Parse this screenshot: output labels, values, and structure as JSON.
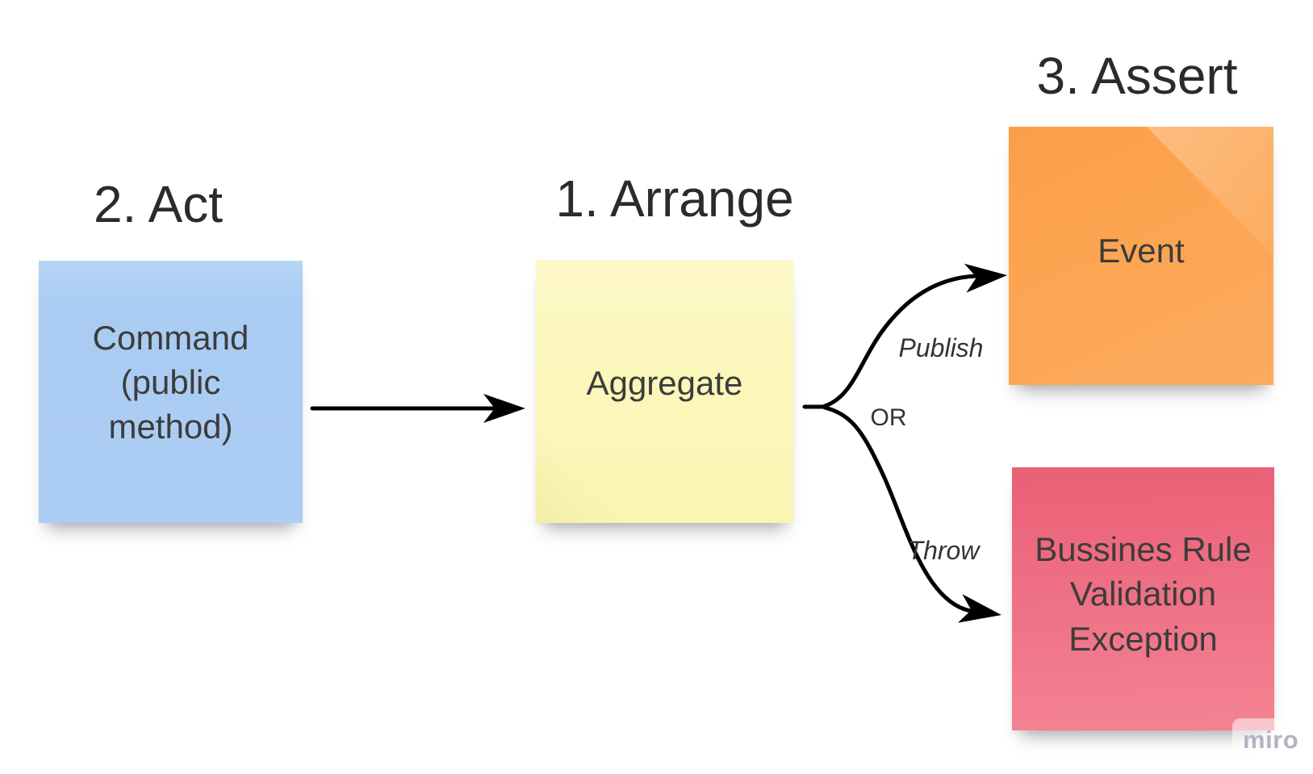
{
  "board": {
    "background_color": "#ffffff",
    "connector_color": "#000000",
    "text_color": "#3c3c3c",
    "step_labels": {
      "arrange": "1. Arrange",
      "act": "2. Act",
      "assert": "3. Assert"
    },
    "sticky_notes": {
      "command": {
        "text": "Command\n(public\nmethod)",
        "color": "#adcef4"
      },
      "aggregate": {
        "text": "Aggregate",
        "color": "#fcf7bb"
      },
      "event": {
        "text": "Event",
        "color": "#fca75a"
      },
      "exception": {
        "text": "Bussines Rule\nValidation\nException",
        "color": "#ee6d82"
      }
    },
    "connector_labels": {
      "publish": "Publish",
      "or": "OR",
      "throw": "Throw"
    },
    "watermark": "miro"
  }
}
